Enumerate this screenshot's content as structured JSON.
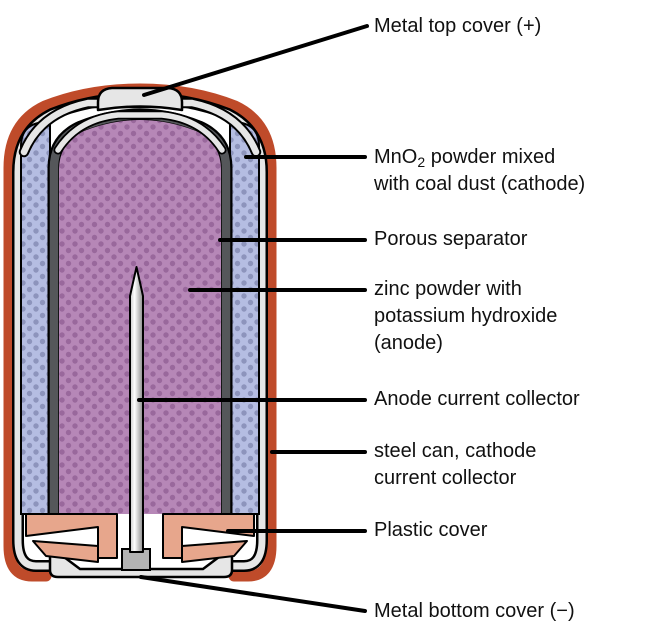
{
  "figure": {
    "type": "battery-cross-section-diagram"
  },
  "labels": {
    "metal_top_cover": {
      "text": "Metal top cover (+)"
    },
    "mno2_cathode": {
      "formula_prefix": "MnO",
      "formula_sub": "2",
      "line1_rest": " powder mixed",
      "line2": "with coal dust (cathode)"
    },
    "porous_separator": {
      "text": "Porous separator"
    },
    "zinc_anode": {
      "line1": "zinc powder with",
      "line2": "potassium hydroxide",
      "line3": "(anode)"
    },
    "anode_collector": {
      "text": "Anode current collector"
    },
    "steel_can": {
      "line1": "steel can, cathode",
      "line2": "current collector"
    },
    "plastic_cover": {
      "text": "Plastic cover"
    },
    "metal_bottom_cover": {
      "text": "Metal bottom cover (−)"
    }
  },
  "colors": {
    "outer_wrap_red": "#bf4b2a",
    "steel_gray": "#e6e6e6",
    "separator_dark_gray": "#55575a",
    "cathode_blue": "#b5bde2",
    "cathode_blue_dot": "#8d94bc",
    "anode_purple": "#b687b7",
    "anode_purple_dot": "#99689c",
    "plastic_salmon": "#e7a68c",
    "pin_gray": "#b3b3b3",
    "line_black": "#000000",
    "text_black": "#111111"
  }
}
